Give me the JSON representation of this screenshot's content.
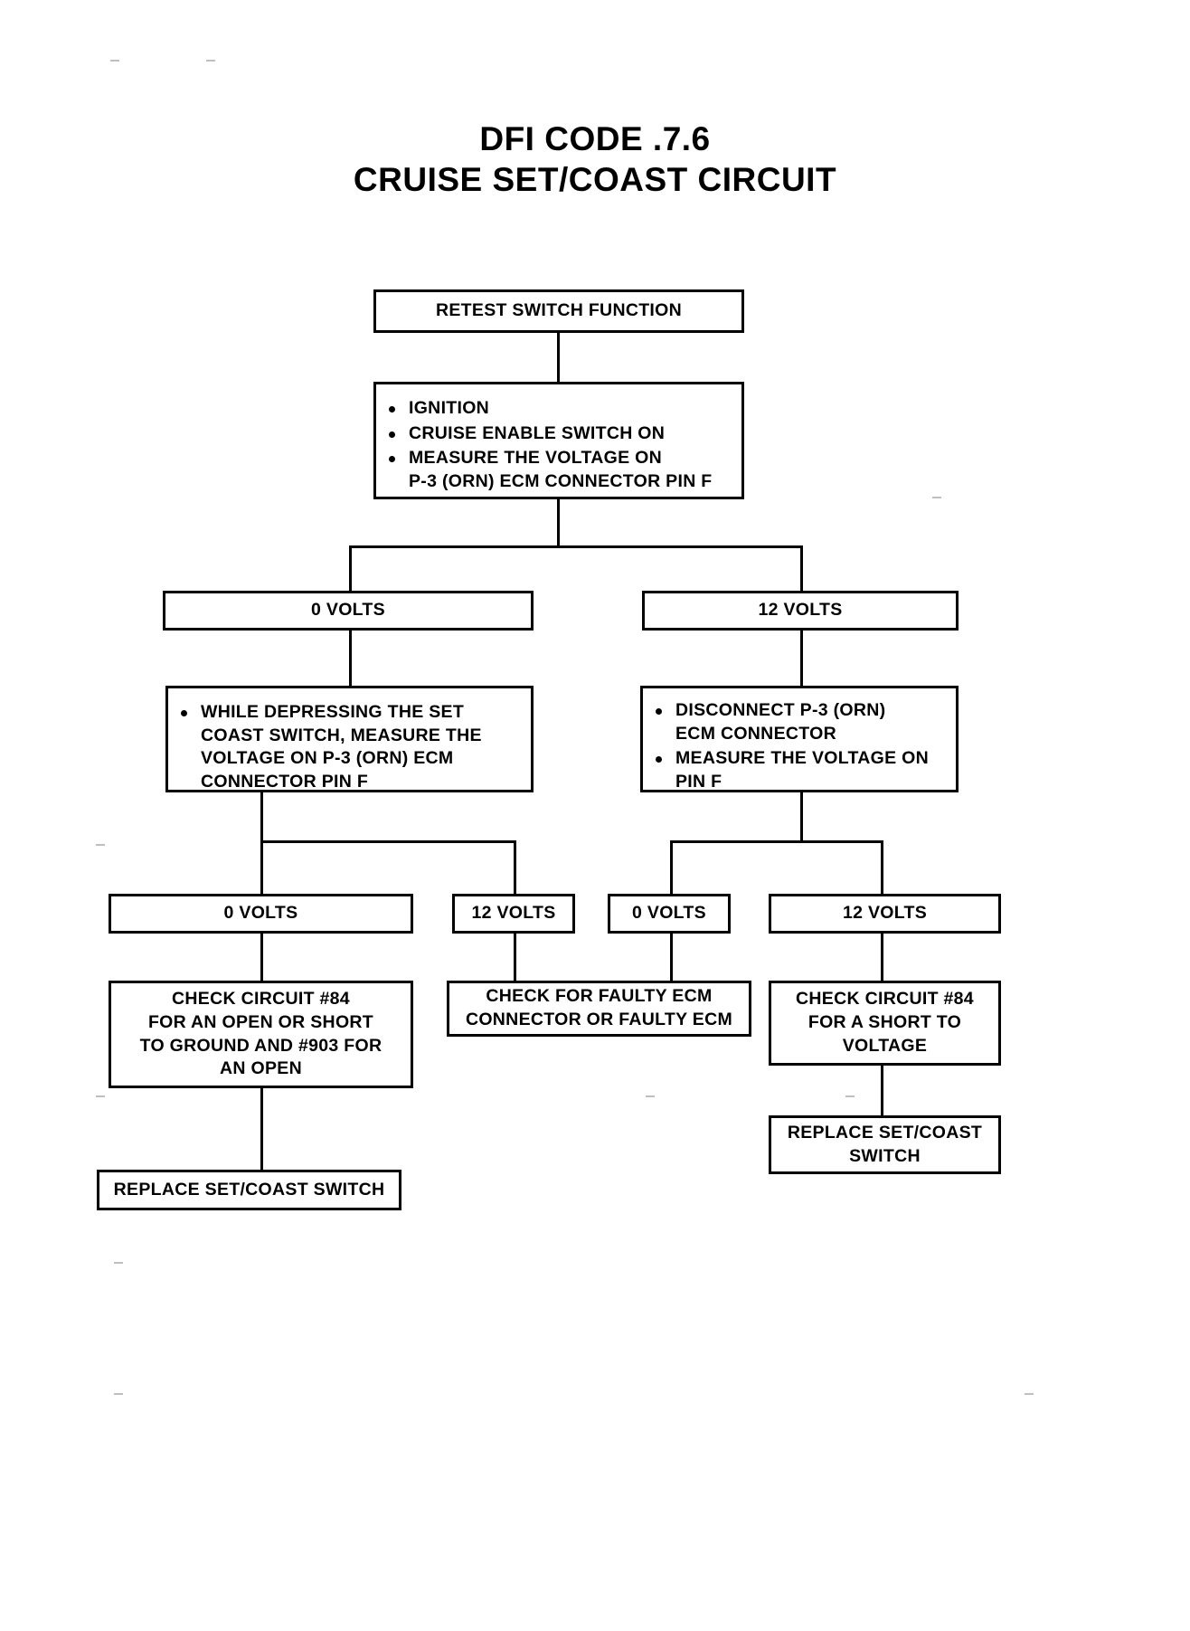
{
  "document": {
    "title_line1": "DFI CODE .7.6",
    "title_line2": "CRUISE SET/COAST CIRCUIT"
  },
  "flowchart": {
    "type": "diagnostic-flowchart",
    "nodes": {
      "start": {
        "label": "RETEST SWITCH FUNCTION"
      },
      "step1": {
        "bullets": [
          "IGNITION",
          "CRUISE ENABLE SWITCH ON",
          "MEASURE THE VOLTAGE ON\nP-3 (ORN) ECM CONNECTOR PIN F"
        ]
      },
      "branch_left": {
        "label": "0 VOLTS"
      },
      "branch_right": {
        "label": "12 VOLTS"
      },
      "left_step": {
        "bullets": [
          "WHILE DEPRESSING THE SET\nCOAST SWITCH, MEASURE THE\nVOLTAGE ON P-3 (ORN) ECM\nCONNECTOR PIN F"
        ]
      },
      "right_step": {
        "bullets": [
          "DISCONNECT P-3 (ORN)\nECM CONNECTOR",
          "MEASURE THE VOLTAGE ON\nPIN F"
        ]
      },
      "ll_volts": {
        "label": "0 VOLTS"
      },
      "lr_volts": {
        "label": "12 VOLTS"
      },
      "rl_volts": {
        "label": "0 VOLTS"
      },
      "rr_volts": {
        "label": "12 VOLTS"
      },
      "result_ll": {
        "label": "CHECK CIRCUIT #84\nFOR AN OPEN OR SHORT\nTO GROUND AND #903 FOR\nAN OPEN"
      },
      "result_lr": {
        "label": "CHECK FOR FAULTY ECM\nCONNECTOR OR FAULTY ECM"
      },
      "result_rr": {
        "label": "CHECK CIRCUIT #84\nFOR A SHORT TO\nVOLTAGE"
      },
      "final_left": {
        "label": "REPLACE SET/COAST SWITCH"
      },
      "final_right": {
        "label": "REPLACE SET/COAST\nSWITCH"
      }
    }
  },
  "colors": {
    "ink": "#000000",
    "paper": "#ffffff"
  }
}
